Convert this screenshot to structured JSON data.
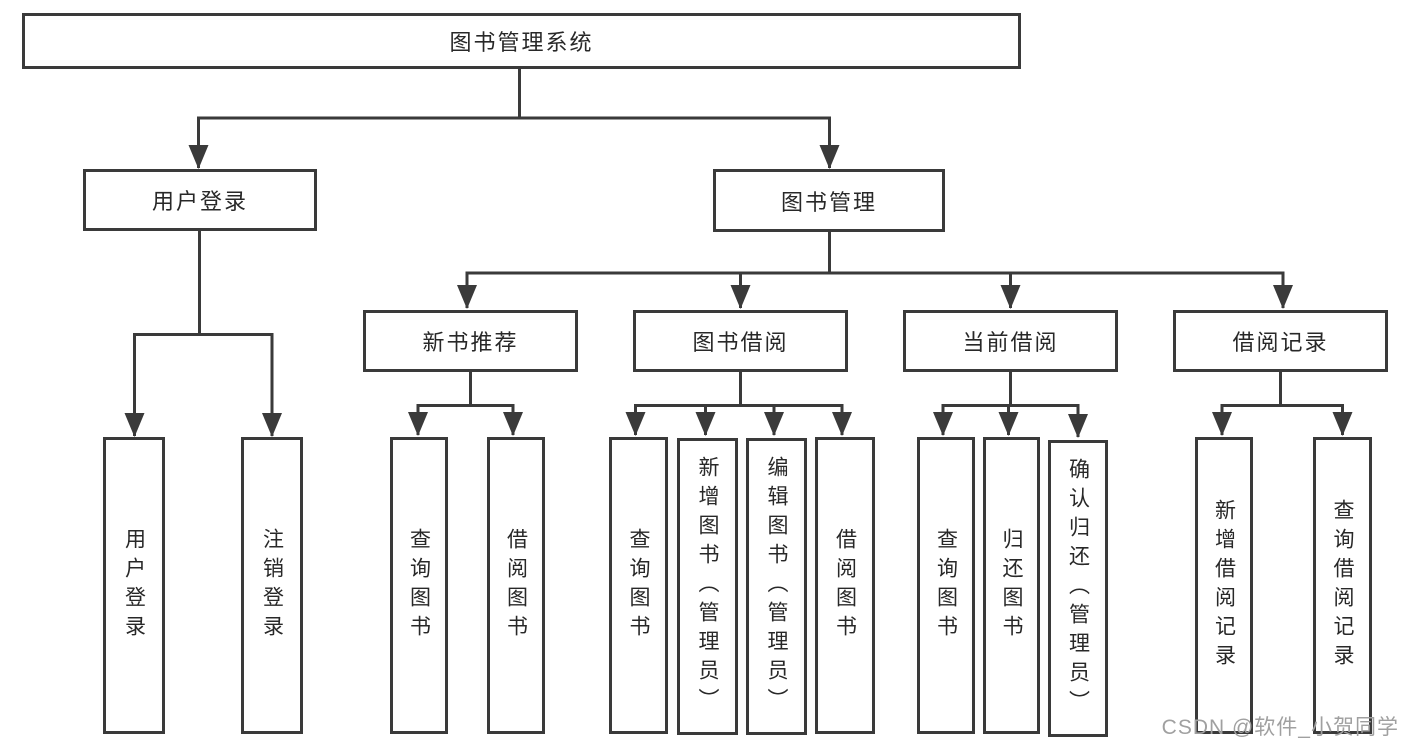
{
  "diagram": {
    "nodes": {
      "root": {
        "label": "图书管理系统"
      },
      "user_login": {
        "label": "用户登录",
        "children": {
          "login": {
            "label": "用户登录"
          },
          "logout": {
            "label": "注销登录"
          }
        }
      },
      "book_management": {
        "label": "图书管理",
        "children": {
          "new_book_recommend": {
            "label": "新书推荐",
            "children": {
              "query_books": {
                "label": "查询图书"
              },
              "borrow_books": {
                "label": "借阅图书"
              }
            }
          },
          "book_borrowing": {
            "label": "图书借阅",
            "children": {
              "query_books": {
                "label": "查询图书"
              },
              "add_books": {
                "label": "新增图书（管理员）"
              },
              "edit_books": {
                "label": "编辑图书（管理员）"
              },
              "borrow_books": {
                "label": "借阅图书"
              }
            }
          },
          "current_borrowing": {
            "label": "当前借阅",
            "children": {
              "query_books": {
                "label": "查询图书"
              },
              "return_books": {
                "label": "归还图书"
              },
              "confirm_return": {
                "label": "确认归还（管理员）"
              }
            }
          },
          "borrowing_records": {
            "label": "借阅记录",
            "children": {
              "add_record": {
                "label": "新增借阅记录"
              },
              "query_record": {
                "label": "查询借阅记录"
              }
            }
          }
        }
      }
    },
    "watermark": "CSDN @软件_小贺同学",
    "colors": {
      "line": "#3a3a3a",
      "text": "#282828",
      "watermark": "#a0a0a0",
      "background": "#ffffff"
    }
  }
}
